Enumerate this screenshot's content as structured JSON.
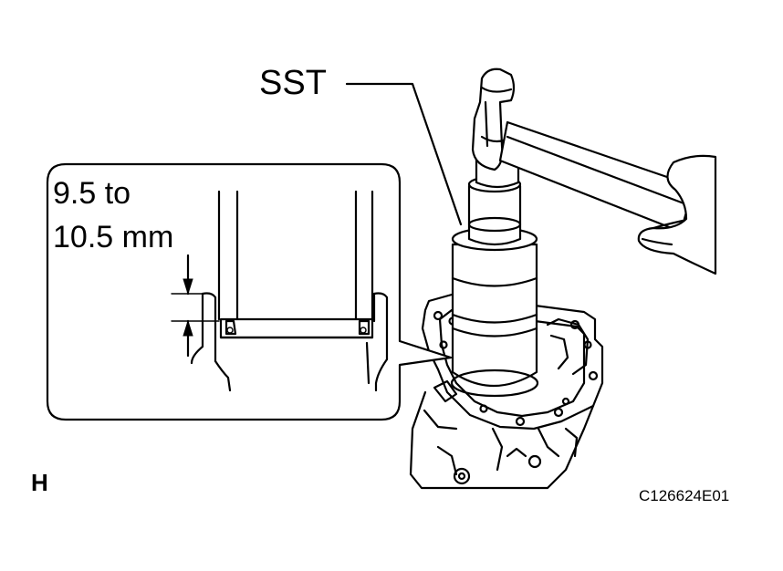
{
  "labels": {
    "tool": "SST",
    "dimension_line1": "9.5 to",
    "dimension_line2": "10.5 mm",
    "view_letter": "H",
    "figure_code": "C126624E01"
  }
}
